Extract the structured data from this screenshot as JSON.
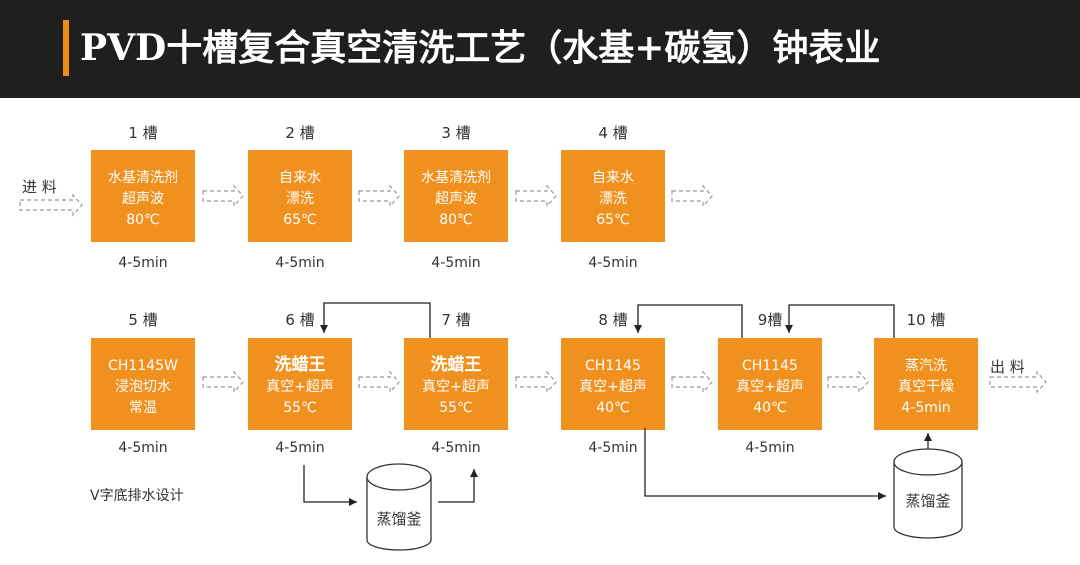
{
  "title": "PVD十槽复合真空清洗工艺（水基+碳氢）钟表业",
  "inlet_label": "进 料",
  "outlet_label": "出 料",
  "tanks": [
    {
      "id": 1,
      "label": "1 槽",
      "lines": [
        "水基清洗剂",
        "超声波",
        "80℃"
      ],
      "time": "4-5min"
    },
    {
      "id": 2,
      "label": "2 槽",
      "lines": [
        "自来水",
        "漂洗",
        "65℃"
      ],
      "time": "4-5min"
    },
    {
      "id": 3,
      "label": "3 槽",
      "lines": [
        "水基清洗剂",
        "超声波",
        "80℃"
      ],
      "time": "4-5min"
    },
    {
      "id": 4,
      "label": "4 槽",
      "lines": [
        "自来水",
        "漂洗",
        "65℃"
      ],
      "time": "4-5min"
    },
    {
      "id": 5,
      "label": "5 槽",
      "lines": [
        "CH1145W",
        "浸泡切水",
        "常温"
      ],
      "time": "4-5min"
    },
    {
      "id": 6,
      "label": "6 槽",
      "lines": [
        "洗蜡王",
        "真空+超声",
        "55℃"
      ],
      "time": "4-5min"
    },
    {
      "id": 7,
      "label": "7 槽",
      "lines": [
        "洗蜡王",
        "真空+超声",
        "55℃"
      ],
      "time": "4-5min"
    },
    {
      "id": 8,
      "label": "8 槽",
      "lines": [
        "CH1145",
        "真空+超声",
        "40℃"
      ],
      "time": "4-5min"
    },
    {
      "id": 9,
      "label": "9槽",
      "lines": [
        "CH1145",
        "真空+超声",
        "40℃"
      ],
      "time": "4-5min"
    },
    {
      "id": 10,
      "label": "10 槽",
      "lines": [
        "蒸汽洗",
        "真空干燥",
        "4-5min"
      ],
      "time": ""
    }
  ],
  "note": "V字底排水设计",
  "distillers": [
    {
      "label": "蒸馏釜"
    },
    {
      "label": "蒸馏釜"
    }
  ],
  "colors": {
    "tank": "#f0901e",
    "accent": "#f08c1e",
    "header": "#1f1f1f"
  }
}
